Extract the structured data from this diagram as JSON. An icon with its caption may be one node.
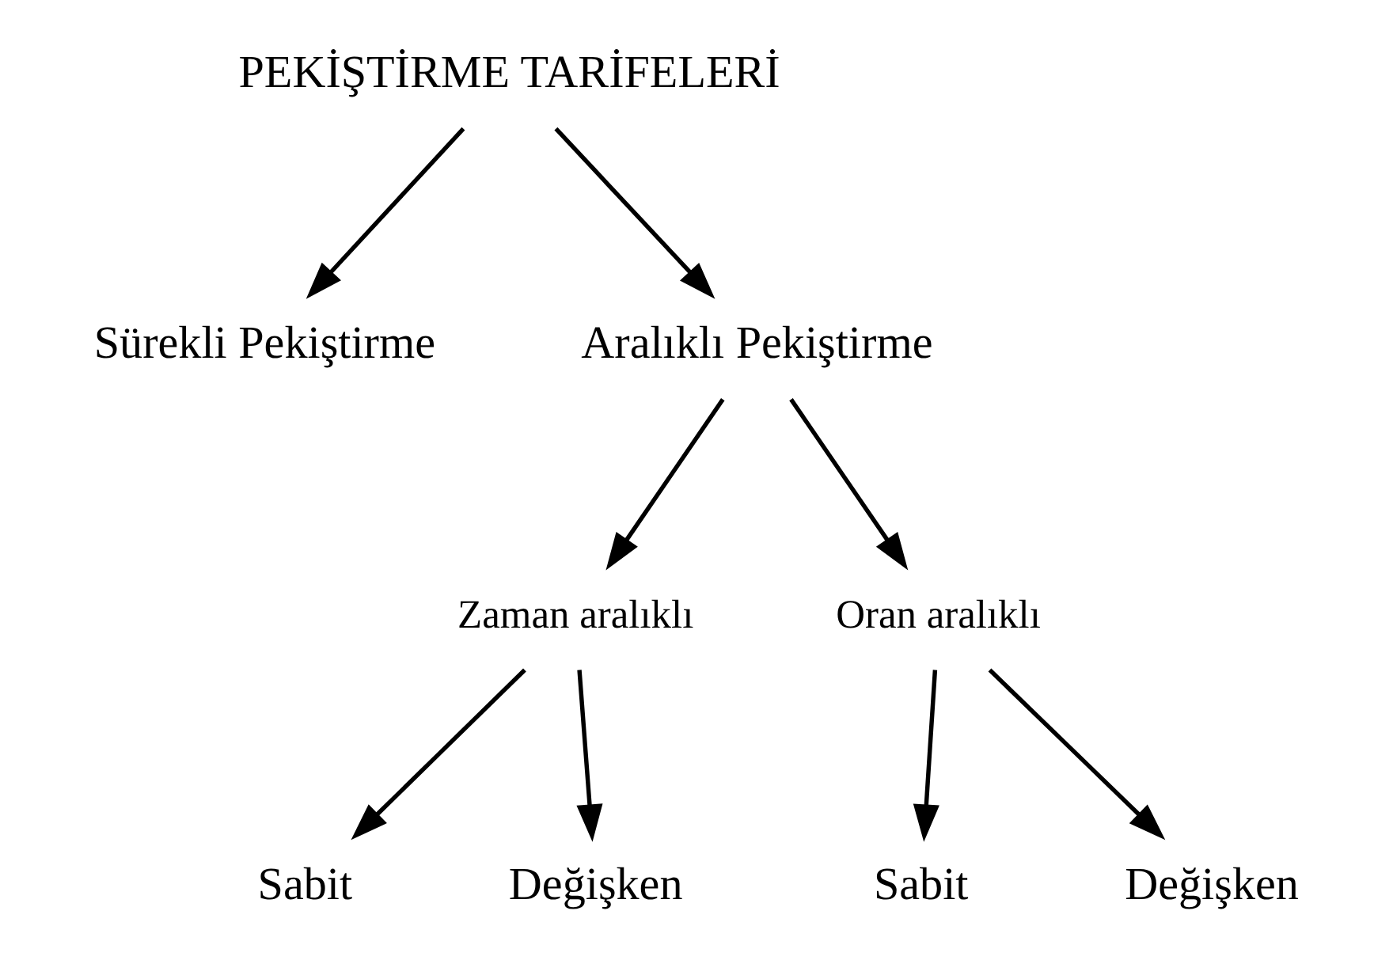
{
  "diagram": {
    "nodes": [
      {
        "text": [
          "PEKİŞTİRME TARİFELERİ"
        ]
      },
      {
        "text": [
          "Sürekli Pekiştirme"
        ]
      },
      {
        "text": [
          "Aralıklı Pekiştirme"
        ]
      },
      {
        "text": [
          "Zaman aralıklı"
        ]
      },
      {
        "text": [
          "Oran aralıklı"
        ]
      },
      {
        "text": [
          "Sabit"
        ]
      },
      {
        "text": [
          "Değişken"
        ]
      },
      {
        "text": [
          "Sabit"
        ]
      },
      {
        "text": [
          "Değişken"
        ]
      }
    ],
    "edges": [
      {
        "from": 0,
        "to": 1,
        "arrow": "to"
      },
      {
        "from": 0,
        "to": 2,
        "arrow": "to"
      },
      {
        "from": 2,
        "to": 3,
        "arrow": "to"
      },
      {
        "from": 2,
        "to": 4,
        "arrow": "to"
      },
      {
        "from": 3,
        "to": 5,
        "arrow": "to"
      },
      {
        "from": 3,
        "to": 6,
        "arrow": "to"
      },
      {
        "from": 4,
        "to": 7,
        "arrow": "to"
      },
      {
        "from": 4,
        "to": 8,
        "arrow": "to"
      }
    ]
  }
}
